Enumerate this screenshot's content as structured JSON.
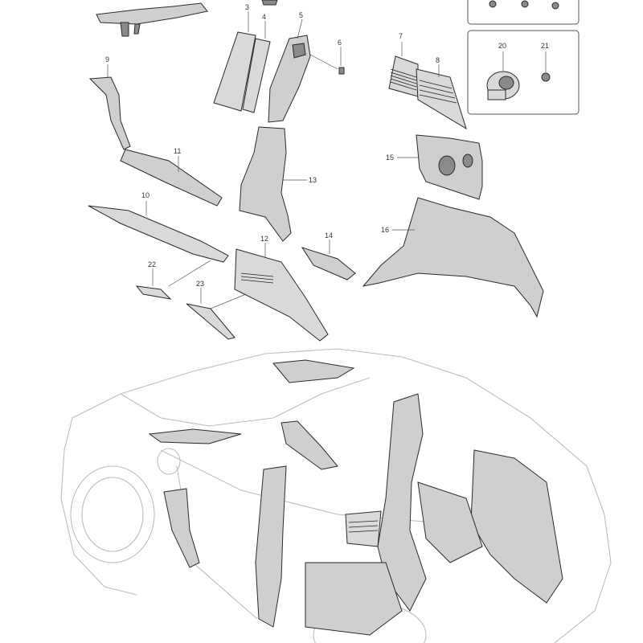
{
  "diagram": {
    "callouts": [
      "3",
      "4",
      "5",
      "6",
      "7",
      "8",
      "9",
      "11",
      "13",
      "15",
      "10",
      "12",
      "14",
      "16",
      "22",
      "23",
      "20",
      "21"
    ]
  }
}
